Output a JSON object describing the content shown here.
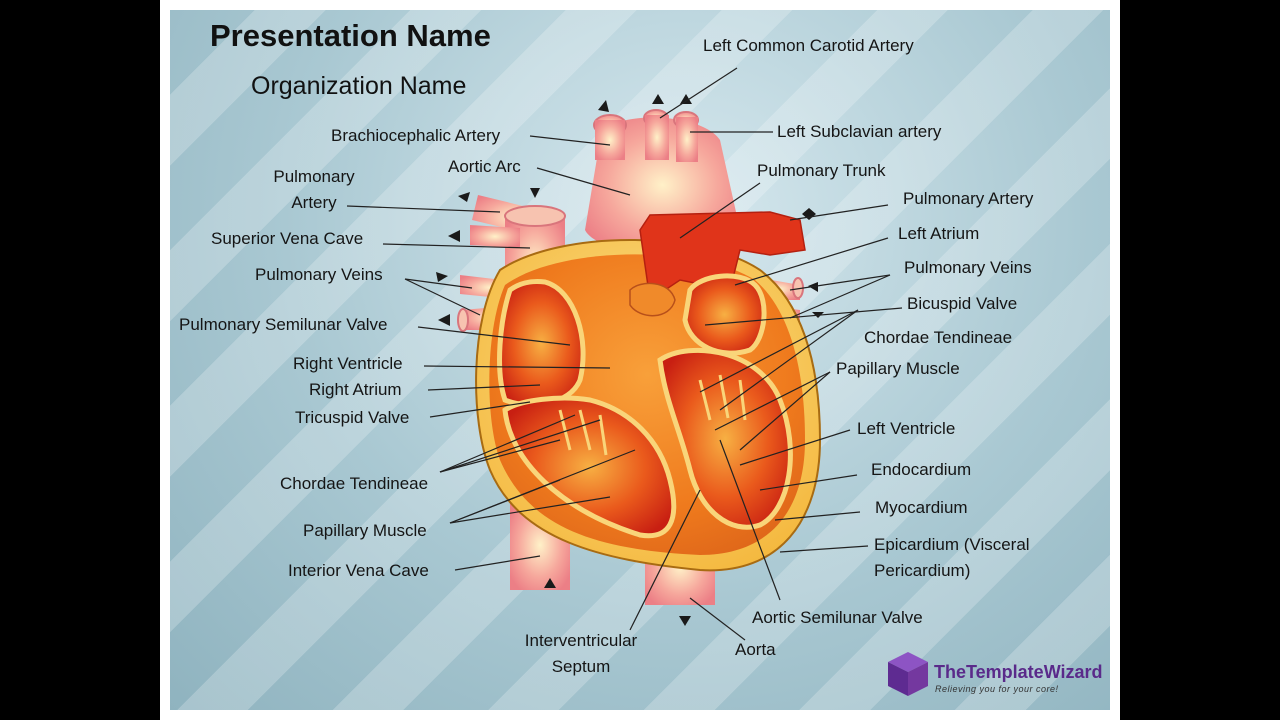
{
  "presentation": {
    "title": "Presentation Name",
    "organization": "Organization Name"
  },
  "logo": {
    "name": "TheTemplateWizard",
    "tagline": "Relieving you for your core!",
    "icon": "wizard-cube-icon",
    "color": "#6a2f9a"
  },
  "colors": {
    "background": "#a9c8d2",
    "heart_red": "#d92b14",
    "heart_orange": "#f28a1c",
    "heart_yellow": "#f7c74f",
    "vessel_pink": "#f4a49a"
  },
  "labels": {
    "left_common_carotid": "Left Common Carotid Artery",
    "brachiocephalic": "Brachiocephalic Artery",
    "left_subclavian": "Left Subclavian artery",
    "aortic_arc": "Aortic Arc",
    "pulmonary_trunk": "Pulmonary Trunk",
    "pulmonary_artery_left": "Pulmonary\nArtery",
    "pulmonary_artery_right": "Pulmonary Artery",
    "superior_vena_cava": "Superior Vena Cave",
    "left_atrium": "Left Atrium",
    "pulmonary_veins_left": "Pulmonary Veins",
    "pulmonary_veins_right": "Pulmonary Veins",
    "bicuspid_valve": "Bicuspid Valve",
    "pulmonary_semilunar": "Pulmonary Semilunar Valve",
    "chordae_right": "Chordae Tendineae",
    "papillary_right": "Papillary Muscle",
    "right_ventricle": "Right Ventricle",
    "right_atrium": "Right Atrium",
    "tricuspid_valve": "Tricuspid Valve",
    "left_ventricle": "Left Ventricle",
    "endocardium": "Endocardium",
    "chordae_left": "Chordae Tendineae",
    "myocardium": "Myocardium",
    "papillary_left": "Papillary Muscle",
    "epicardium": "Epicardium (Visceral\nPericardium)",
    "interior_vena_cava": "Interior Vena Cave",
    "aortic_semilunar": "Aortic Semilunar Valve",
    "interventricular_septum": "Interventricular\nSeptum",
    "aorta": "Aorta"
  }
}
